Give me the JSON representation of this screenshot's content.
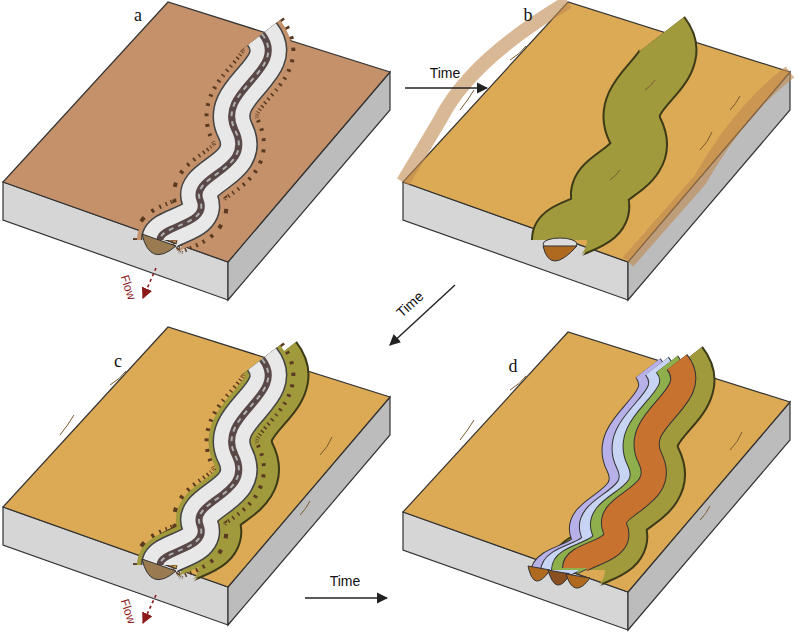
{
  "diagram": {
    "labels": [
      "a",
      "Time",
      "b",
      "Flow",
      "Time",
      "c",
      "d",
      "Time",
      "Flow"
    ]
  }
}
